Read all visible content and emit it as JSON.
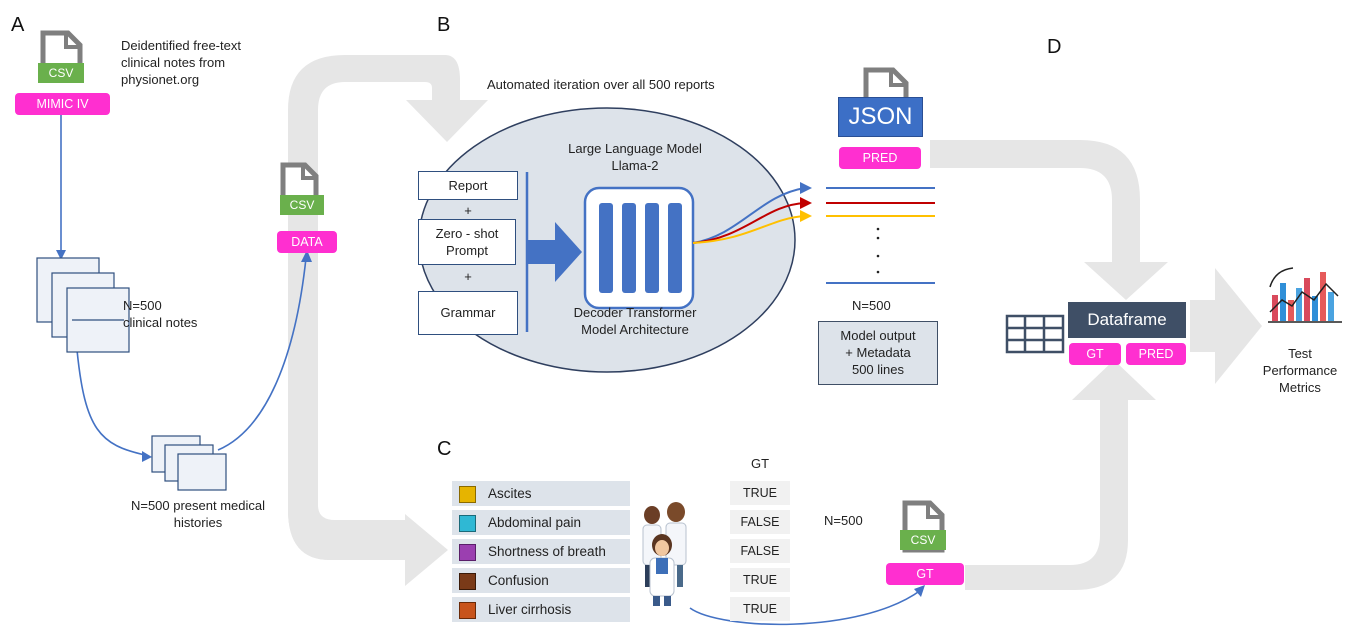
{
  "panels": {
    "a": "A",
    "b": "B",
    "c": "C",
    "d": "D"
  },
  "panel_a": {
    "csv_label": "CSV",
    "source_label": "MIMIC IV",
    "source_desc": [
      "Deidentified free-text",
      "clinical notes from",
      "physionet.org"
    ],
    "notes_count": "N=500",
    "notes_label": "clinical notes",
    "histories_line1": "N=500 present medical",
    "histories_line2": "histories"
  },
  "data_file": {
    "csv_label": "CSV",
    "tag": "DATA"
  },
  "panel_b": {
    "iteration_label": "Automated iteration over all 500 reports",
    "llm_title_1": "Large Language Model",
    "llm_title_2": "Llama-2",
    "inputs": {
      "report": "Report",
      "plus1": "+",
      "prompt_1": "Zero - shot",
      "prompt_2": "Prompt",
      "plus2": "+",
      "grammar": "Grammar"
    },
    "arch_1": "Decoder Transformer",
    "arch_2": "Model Architecture",
    "json_label": "JSON",
    "pred_tag": "PRED",
    "output_count": "N=500",
    "output_box": [
      "Model output",
      "+ Metadata",
      "500 lines"
    ]
  },
  "panel_c": {
    "symptoms": [
      {
        "label": "Ascites",
        "color": "#e6b400"
      },
      {
        "label": "Abdominal pain",
        "color": "#2fb8d4"
      },
      {
        "label": "Shortness of breath",
        "color": "#9b3fb0"
      },
      {
        "label": "Confusion",
        "color": "#7a3a18"
      },
      {
        "label": "Liver cirrhosis",
        "color": "#c8541c"
      }
    ],
    "gt_header": "GT",
    "gt_values": [
      "TRUE",
      "FALSE",
      "FALSE",
      "TRUE",
      "TRUE"
    ],
    "count": "N=500",
    "csv_label": "CSV",
    "gt_tag": "GT"
  },
  "panel_d": {
    "dataframe_label": "Dataframe",
    "gt_tag": "GT",
    "pred_tag": "PRED",
    "metrics_1": "Test",
    "metrics_2": "Performance",
    "metrics_3": "Metrics"
  },
  "colors": {
    "flow": "#e6e6e6",
    "blue_arrow": "#4472c4",
    "pink": "#ff2fd0",
    "green": "#6ab04c",
    "navy": "#3f4f66",
    "json_blue": "#3c6fc6"
  }
}
